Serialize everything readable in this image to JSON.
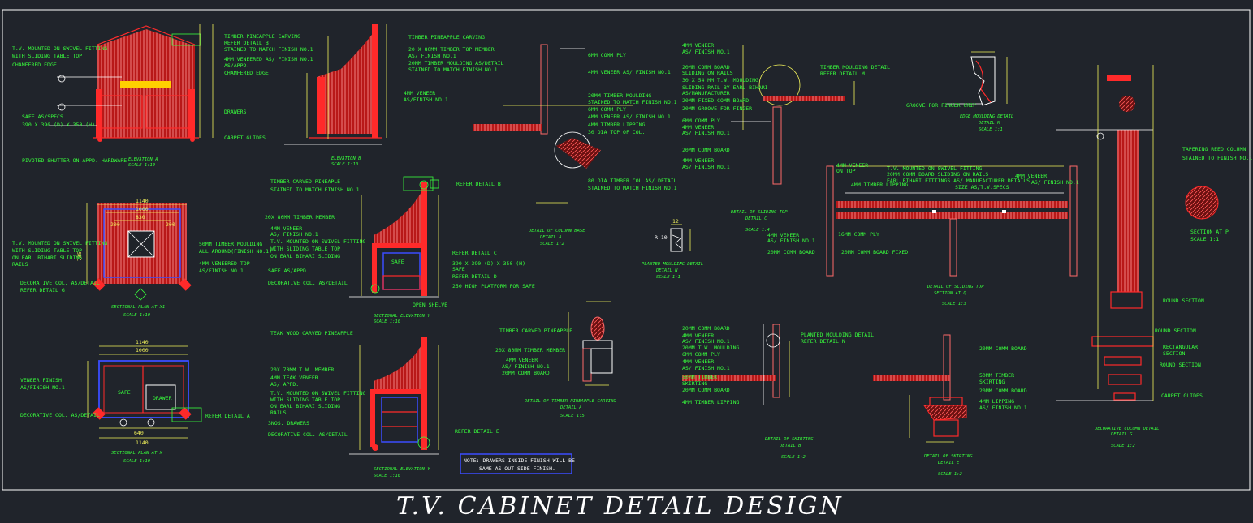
{
  "drawing": {
    "title": "T.V.  CABINET DETAIL DESIGN",
    "note": [
      "NOTE: DRAWERS INSIDE FINISH WILL BE",
      "SAME AS OUT SIDE FINISH."
    ]
  },
  "elev_a": {
    "labels": [
      "T.V. MOUNTED ON SWIVEL FITTING",
      "WITH SLIDING TABLE TOP",
      "CHAMFERED EDGE",
      "SAFE AS/SPECS",
      "390 X 390 (D) X 350 (H)",
      "PIVOTED SHUTTER ON APPD. HARDWARE",
      "TIMBER PINEAPPLE CARVING",
      "REFER DETAIL B",
      "STAINED TO MATCH FINISH NO.1",
      "4MM VENEERED AS/ FINISH NO.1",
      "AS/APPD.",
      "CHAMFERED EDGE",
      "DRAWERS",
      "CARPET GLIDES"
    ],
    "caption": [
      "ELEVATION A",
      "SCALE 1:10"
    ]
  },
  "elev_b": {
    "labels": [
      "TIMBER PINEAPPLE CARVING",
      "20 X 80MM TIMBER TOP MEMBER",
      "AS/ FINISH NO.1",
      "20MM TIMBER MOULDING AS/DETAIL",
      "STAINED TO MATCH FINISH NO.1",
      "4MM VENEER",
      "AS/FINISH NO.1"
    ],
    "caption": [
      "ELEVATION B",
      "SCALE 1:10"
    ]
  },
  "col_base": {
    "labels": [
      "6MM COMM PLY",
      "4MM VENEER AS/ FINISH NO.1",
      "20MM TIMBER MOULDING",
      "STAINED TO MATCH FINISH NO.1",
      "6MM COMM PLY",
      "4MM VENEER AS/ FINISH NO.1",
      "4MM TIMBER LIPPING",
      "30 DIA TOP OF COL.",
      "80 DIA TIMBER COL AS/ DETAIL",
      "STAINED TO MATCH FINISH NO.1"
    ],
    "caption": [
      "DETAIL OF COLUMN BASE",
      "DETAIL A",
      "SCALE 1:2"
    ]
  },
  "sliding_top": {
    "labels": [
      "4MM VENEER",
      "AS/ FINISH NO.1",
      "20MM COMM BOARD",
      "SLIDING ON RAILS",
      "30 X 54 MM T.W. MOULDING",
      "SLIDING RAIL BY EARL BIHARI",
      "AS/MANUFACTURER",
      "20MM FIXED COMM BOARD",
      "20MM GROOVE FOR FINGER",
      "6MM COMM PLY",
      "4MM VENEER",
      "AS/ FINISH NO.1",
      "20MM COMM BOARD",
      "4MM VENEER",
      "AS/ FINISH NO.1",
      "TIMBER MOULDING DETAIL",
      "REFER DETAIL M"
    ],
    "caption": [
      "DETAIL OF SLIDING TOP",
      "DETAIL C",
      "SCALE 1:4"
    ]
  },
  "edge_moulding": {
    "labels": [
      "GROOVE FOR FINGER GRIP"
    ],
    "caption": [
      "EDGE MOULDING DETAIL",
      "DETAIL M",
      "SCALE 1:1"
    ]
  },
  "section_q": {
    "labels": [
      "T.V. MOUNTED ON SWIVEL FITTING",
      "20MM COMM BOARD SLIDING ON RAILS",
      "EARL BIHARI FITTINGS AS/ MANUFACTURER DETAILS",
      "SIZE AS/T.V.SPECS",
      "4MM VENEER",
      "AS/ FINISH NO.1",
      "4MM VENEER",
      "ON TOP",
      "4MM TIMBER LIPPING",
      "16MM COMM PLY",
      "4MM VENEER",
      "AS/ FINISH NO.1",
      "20MM COMM BOARD",
      "20MM COMM BOARD FIXED"
    ],
    "caption": [
      "DETAIL OF SLIDING TOP",
      "SECTION AT Q",
      "SCALE 1:3"
    ]
  },
  "column": {
    "labels": [
      "TAPERING REED COLUMN",
      "STAINED TO FINISH NO.1",
      "SECTION AT P",
      "SCALE 1:1",
      "ROUND SECTION",
      "ROUND SECTION",
      "RECTANGULAR",
      "SECTION",
      "ROUND SECTION",
      "CARPET GLIDES"
    ],
    "caption": [
      "DECORATIVE COLUMN DETAIL",
      "DETAIL G",
      "SCALE 1:2"
    ]
  },
  "plan_x1": {
    "labels": [
      "T.V. MOUNTED ON SWIVEL FITTING",
      "WITH SLIDING TABLE TOP",
      "ON EARL BIHARI SLIDING",
      "RAILS",
      "DECORATIVE COL. AS/DETAIL",
      "REFER DETAIL G",
      "50MM TIMBER MOULDING",
      "ALL AROUND(FINISH NO.1)",
      "4MM VENEERED TOP",
      "AS/FINISH NO.1"
    ],
    "dims": [
      "1140",
      "1000",
      "830",
      "200",
      "200",
      "735"
    ],
    "caption": [
      "SECTIONAL PLAN AT X1",
      "SCALE 1:10"
    ]
  },
  "sec_elev_y": {
    "labels": [
      "TIMBER CARVED PINEAPLE",
      "STAINED TO MATCH FINISH NO.1",
      "20X 80MM TIMBER MEMBER",
      "4MM VENEER",
      "AS/ FINISH NO.1",
      "T.V. MOUNTED ON SWIVEL FITTING",
      "WITH SLIDING TABLE TOP",
      "ON EARL BIHARI SLIDING",
      "SAFE AS/APPD.",
      "DECORATIVE COL. AS/DETAIL",
      "SAFE",
      "REFER DETAIL B",
      "REFER DETAIL C",
      "390 X 390 (D) X 350 (H)",
      "SAFE",
      "REFER DETAIL D",
      "250 HIGH PLATFORM FOR SAFE",
      "OPEN SHELVE"
    ],
    "caption": [
      "SECTIONAL ELEVATION Y",
      "SCALE 1:10"
    ]
  },
  "moulding_n": {
    "caption": [
      "PLANTED MOULDING DETAIL",
      "DETAIL N",
      "SCALE 1:1"
    ]
  },
  "plan_x": {
    "labels": [
      "VENEER FINISH",
      "AS/FINISH NO.1",
      "DECORATIVE COL. AS/DETAIL",
      "REFER DETAIL A",
      "SAFE",
      "DRAWER"
    ],
    "dims": [
      "1140",
      "1000",
      "640",
      "1140"
    ],
    "caption": [
      "SECTIONAL PLAN AT X",
      "SCALE 1:10"
    ]
  },
  "sec_elev_y2": {
    "labels": [
      "TEAK WOOD CARVED PINEAPPLE",
      "20X 70MM T.W. MEMBER",
      "4MM TEAK VENEER",
      "AS/ APPD.",
      "T.V. MOUNTED ON SWIVEL FITTING",
      "WITH SLIDING TABLE TOP",
      "ON EARL BIHARI SLIDING",
      "RAILS",
      "3NOS. DRAWERS",
      "DECORATIVE COL. AS/DETAIL",
      "REFER DETAIL E"
    ],
    "caption": [
      "SECTIONAL ELEVATION Y",
      "SCALE 1:10"
    ]
  },
  "pineapple": {
    "labels": [
      "TIMBER CARVED PINEAPPLE",
      "20X 80MM TIMBER MEMBER",
      "4MM VENEER",
      "AS/ FINISH NO.1",
      "20MM COMM BOARD"
    ],
    "caption": [
      "DETAIL OF TIMBER PINEAPPLE CARVING",
      "DETAIL A",
      "SCALE 1:5"
    ]
  },
  "skirting_b": {
    "labels": [
      "20MM COMM BOARD",
      "4MM VENEER",
      "AS/ FINISH NO.1",
      "20MM T.W. MOULDING",
      "6MM COMM PLY",
      "4MM VENEER",
      "AS/ FINISH NO.1",
      "50MM TIMBER",
      "SKIRTING",
      "20MM COMM BOARD",
      "4MM TIMBER LIPPING",
      "PLANTED MOULDING DETAIL",
      "REFER DETAIL N"
    ],
    "caption": [
      "DETAIL OF SKIRTING",
      "DETAIL B",
      "SCALE 1:2"
    ]
  },
  "skirting_e": {
    "labels": [
      "20MM COMM BOARD",
      "50MM TIMBER",
      "SKIRTING",
      "20MM COMM BOARD",
      "4MM LIPPING",
      "AS/ FINISH NO.1"
    ],
    "caption": [
      "DETAIL OF SKIRTING",
      "DETAIL E",
      "SCALE 1:2"
    ]
  },
  "colors": {
    "background": "#20242b",
    "text": "#38ff3c",
    "dimension": "#f2f25a",
    "member": "#ff2a2a",
    "frame": "#3a4dff",
    "border": "#ffffff"
  }
}
